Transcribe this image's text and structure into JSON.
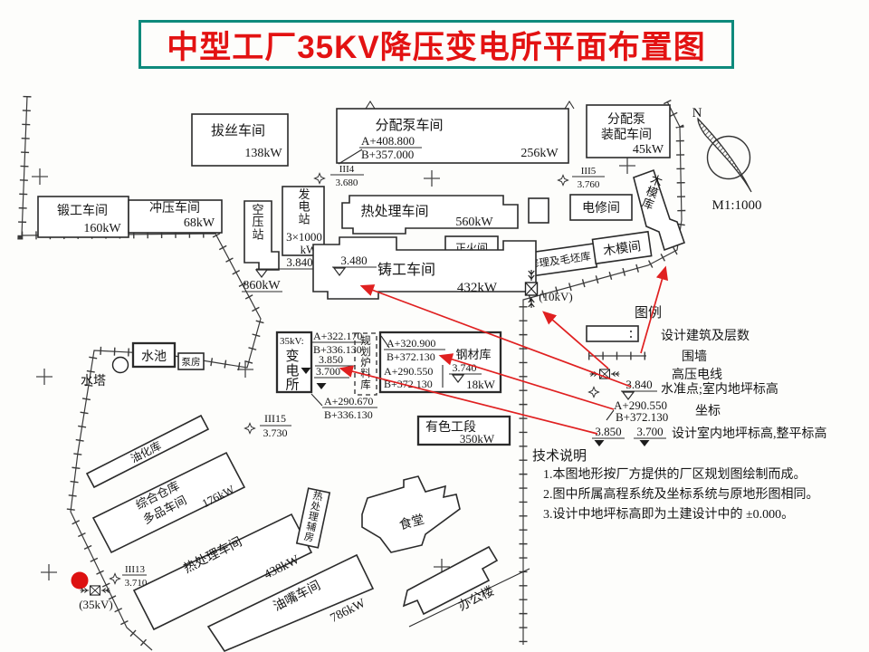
{
  "title": "中型工厂35KV降压变电所平面布置图",
  "compass": {
    "n": "N",
    "scale": "M1:1000"
  },
  "workshops": {
    "basi": {
      "name": "拔丝车间",
      "power": "138kW"
    },
    "fenpeibeng": {
      "name": "分配泵车间",
      "coord_a": "A+408.800",
      "coord_b": "B+357.000",
      "power": "256kW"
    },
    "fenpeizhuang": {
      "name_line1": "分配泵",
      "name_line2": "装配车间",
      "power": "45kW"
    },
    "duangong": {
      "name": "锻工车间",
      "power": "160kW"
    },
    "chongya": {
      "name": "冲压车间",
      "power": "68kW"
    },
    "kongyazhan": {
      "name": "空压站"
    },
    "fadianzhan": {
      "name": "发电站",
      "capacity": "3×1000",
      "capacity_unit": "kW",
      "level": "3.840",
      "power": "860kW"
    },
    "rechuli_top": {
      "name": "热处理车间",
      "power": "560kW"
    },
    "dianxiu": {
      "name": "电修间"
    },
    "mumoku": {
      "name": "木模库"
    },
    "zhenghuo": {
      "name": "正火间"
    },
    "zhugongxiuli": {
      "name": "铸工修理及毛坯库"
    },
    "mumojian": {
      "name": "木模间"
    },
    "zhugong": {
      "name": "铸工车间",
      "power": "432kW",
      "level": "3.480"
    },
    "substation": {
      "voltage": "35kV:",
      "name": "变电所",
      "coord_a1": "A+322.170",
      "coord_b1": "B+336.130",
      "level1": "3.850",
      "level2": "3.700",
      "coord_a2": "A+290.670",
      "coord_b2": "B+336.130"
    },
    "guihua": {
      "name": "规划炉料库"
    },
    "gangcai": {
      "name": "钢材库",
      "coord_a1": "A+320.900",
      "coord_b1": "B+372.130",
      "coord_a2": "A+290.550",
      "coord_b2": "B+372.130",
      "level": "3.740",
      "power": "18kW"
    },
    "shuita": {
      "name": "水塔"
    },
    "shuichi": {
      "name": "水池"
    },
    "bengfang": {
      "name": "泵房"
    },
    "youhua": {
      "name": "油化库"
    },
    "zonghe": {
      "name_line1": "综合仓库",
      "name_line2": "多品车间",
      "power": "176kW"
    },
    "rechuli_bottom": {
      "name": "热处理车间",
      "power": "438kW"
    },
    "youzui": {
      "name": "油嘴车间",
      "power": "786kW"
    },
    "rechulifufang": {
      "name": "热处理辅房"
    },
    "youse": {
      "name": "有色工段",
      "power": "350kW"
    },
    "shitang": {
      "name": "食堂"
    },
    "bangonglou": {
      "name": "办公楼"
    }
  },
  "markers": {
    "m4": {
      "num": "III4",
      "val": "3.680"
    },
    "m5": {
      "num": "III5",
      "val": "3.760"
    },
    "m15": {
      "num": "III15",
      "val": "3.730"
    },
    "m13": {
      "num": "III13",
      "val": "3.710"
    }
  },
  "power_points": {
    "p10kv": "(10kV)",
    "p35kv": "(35kV)"
  },
  "legend": {
    "title": "图例",
    "building": "设计建筑及层数",
    "wall": "围墙",
    "hv_line": "高压电线",
    "level_example": "3.840",
    "level_label": "水准点;室内地坪标高",
    "coord_a": "A+290.550",
    "coord_b": "B+372.130",
    "coord_label": "坐标",
    "design_level1": "3.850",
    "design_level2": "3.700",
    "design_level_label": "设计室内地坪标高,整平标高"
  },
  "notes": {
    "title": "技术说明",
    "n1": "1.本图地形按厂方提供的厂区规划图绘制而成。",
    "n2": "2.图中所属高程系统及坐标系统与原地形图相同。",
    "n3": "3.设计中地坪标高即为土建设计中的 ±0.000。"
  },
  "colors": {
    "title_red": "#e31212",
    "border_teal": "#0e8a7c",
    "arrow_red": "#e02020",
    "dot_red": "#dd1111",
    "ink": "#2b2b2b"
  }
}
